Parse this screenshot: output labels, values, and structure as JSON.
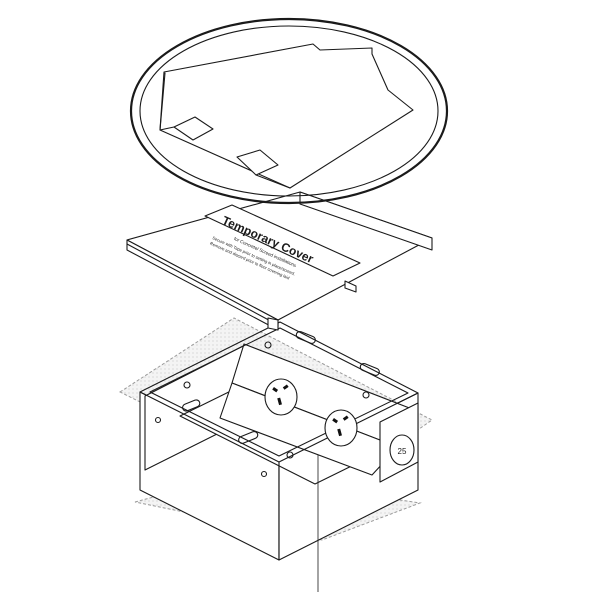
{
  "cover_label": {
    "title": "Temporary Cover",
    "line1": "for Concrete/ Screed installations",
    "line2": "Secure with Tape prior to setting in place/screed.",
    "line3": "Remove and discard prior to floor covering laid"
  },
  "entry_label": "25"
}
